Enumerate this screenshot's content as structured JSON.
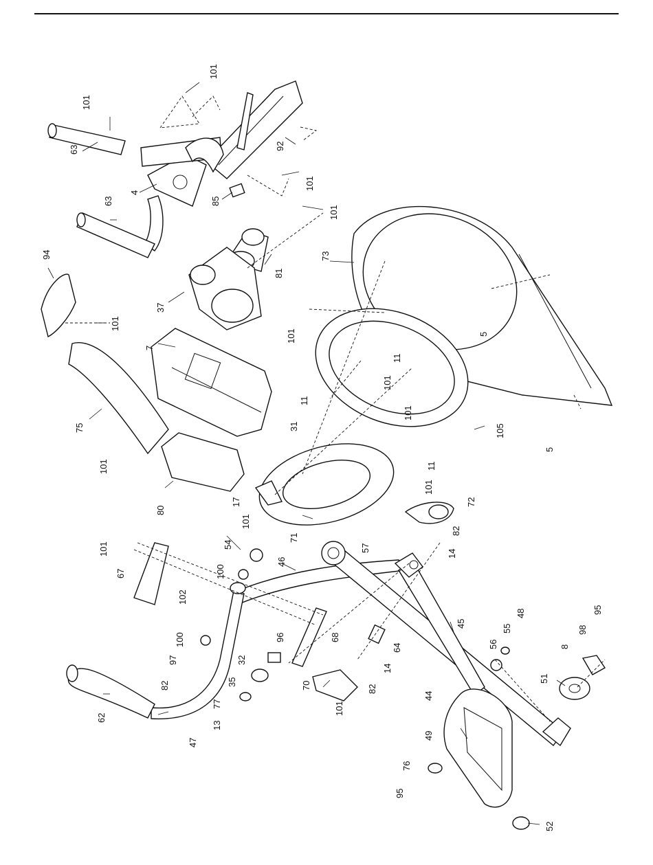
{
  "labels": {
    "l63a": "63",
    "l101a": "101",
    "l101b": "101",
    "l4": "4",
    "l92": "92",
    "l101c": "101",
    "l85": "85",
    "l63b": "63",
    "l101d": "101",
    "l81": "81",
    "l94": "94",
    "l101e": "101",
    "l37": "37",
    "l73": "73",
    "l7": "7",
    "l101f": "101",
    "l5a": "5",
    "l11a": "11",
    "l101g": "101",
    "l75": "75",
    "l11b": "11",
    "l31": "31",
    "l101h": "101",
    "l105": "105",
    "l101i": "101",
    "l80": "80",
    "l11c": "11",
    "l5b": "5",
    "l101j": "101",
    "l17": "17",
    "l101k": "101",
    "l71": "71",
    "l72": "72",
    "l101l": "101",
    "l54": "54",
    "l57": "57",
    "l82a": "82",
    "l14a": "14",
    "l67": "67",
    "l100a": "100",
    "l46": "46",
    "l102": "102",
    "l96": "96",
    "l68": "68",
    "l45": "45",
    "l48": "48",
    "l95a": "95",
    "l100b": "100",
    "l55": "55",
    "l98": "98",
    "l97": "97",
    "l32": "32",
    "l64": "64",
    "l56": "56",
    "l8": "8",
    "l82b": "82",
    "l14b": "14",
    "l35": "35",
    "l70": "70",
    "l82c": "82",
    "l51": "51",
    "l62": "62",
    "l77": "77",
    "l13": "13",
    "l101m": "101",
    "l44": "44",
    "l47": "47",
    "l49": "49",
    "l76": "76",
    "l95b": "95",
    "l52": "52"
  }
}
